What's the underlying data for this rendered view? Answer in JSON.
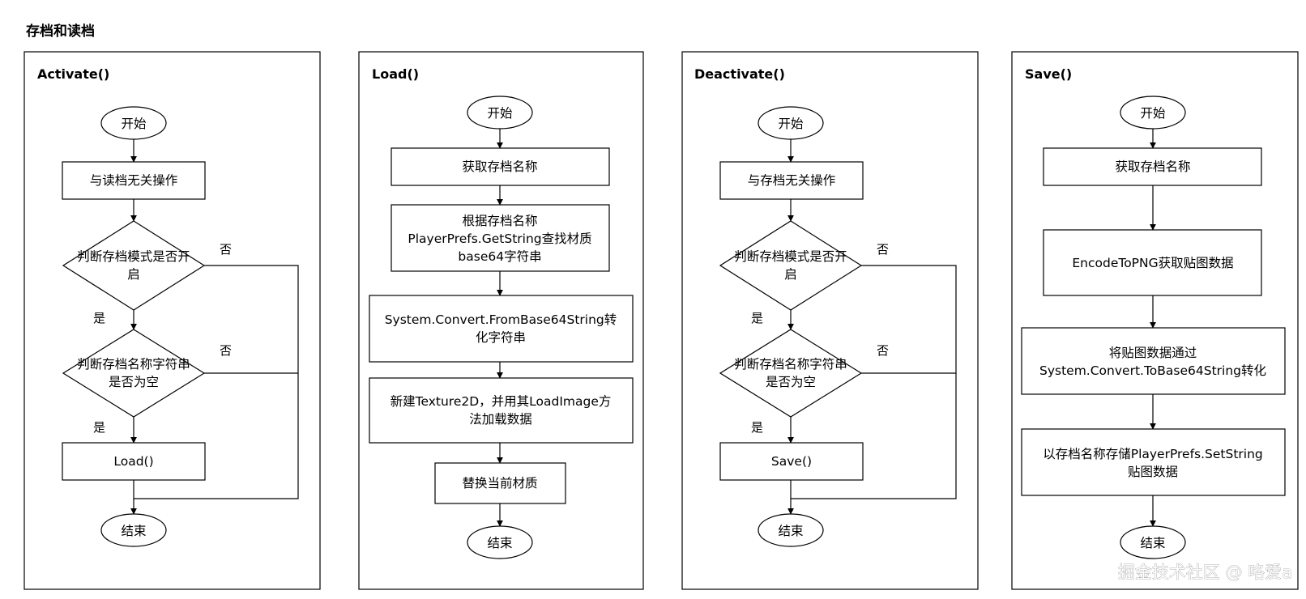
{
  "title": "存档和读档",
  "watermark": "掘金技术社区 @ 咯爱a",
  "lanes": {
    "activate": {
      "title": "Activate()",
      "start": "开始",
      "step1": "与读档无关操作",
      "decision1": [
        "判断存档模式是否开",
        "启"
      ],
      "decision2": [
        "判断存档名称字符串",
        "是否为空"
      ],
      "action": "Load()",
      "end": "结束",
      "yes_label": "是",
      "no_label": "否"
    },
    "load": {
      "title": "Load()",
      "start": "开始",
      "step1": "获取存档名称",
      "step2": [
        "根据存档名称",
        "PlayerPrefs.GetString查找材质",
        "base64字符串"
      ],
      "step3": [
        "System.Convert.FromBase64String转",
        "化字符串"
      ],
      "step4": [
        "新建Texture2D，并用其LoadImage方",
        "法加载数据"
      ],
      "step5": "替换当前材质",
      "end": "结束"
    },
    "deactivate": {
      "title": "Deactivate()",
      "start": "开始",
      "step1": "与存档无关操作",
      "decision1": [
        "判断存档模式是否开",
        "启"
      ],
      "decision2": [
        "判断存档名称字符串",
        "是否为空"
      ],
      "action": "Save()",
      "end": "结束",
      "yes_label": "是",
      "no_label": "否"
    },
    "save": {
      "title": "Save()",
      "start": "开始",
      "step1": "获取存档名称",
      "step2": "EncodeToPNG获取贴图数据",
      "step3": [
        "将贴图数据通过",
        "System.Convert.ToBase64String转化"
      ],
      "step4": [
        "以存档名称存储PlayerPrefs.SetString",
        "贴图数据"
      ],
      "end": "结束"
    }
  },
  "colors": {
    "stroke": "#000000",
    "fill": "#ffffff",
    "text": "#000000"
  }
}
